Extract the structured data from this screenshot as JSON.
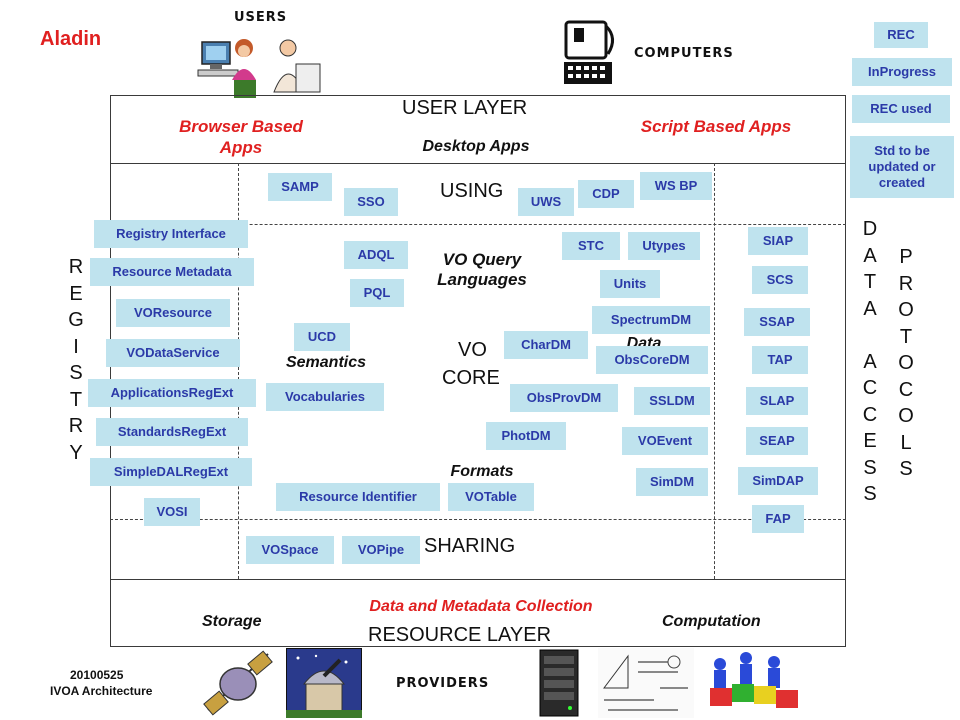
{
  "header": {
    "app_name": "Aladin",
    "users_label": "USERS",
    "computers_label": "COMPUTERS",
    "providers_label": "PROVIDERS",
    "date": "20100525",
    "subtitle": "IVOA Architecture"
  },
  "legend": {
    "rec": "REC",
    "in_progress": "InProgress",
    "rec_used": "REC used",
    "std_update": "Std to be updated or created"
  },
  "layers": {
    "user_layer": "USER LAYER",
    "using": "USING",
    "vo_core_1": "VO",
    "vo_core_2": "CORE",
    "sharing": "SHARING",
    "resource_layer": "RESOURCE LAYER"
  },
  "user_apps": {
    "browser": "Browser Based Apps",
    "desktop": "Desktop Apps",
    "script": "Script Based Apps"
  },
  "resource": {
    "collection": "Data and Metadata Collection",
    "storage": "Storage",
    "computation": "Computation"
  },
  "categories": {
    "vo_query": "VO Query Languages",
    "semantics": "Semantics",
    "data_models": "Data Models",
    "formats": "Formats"
  },
  "vertical": {
    "registry": [
      "R",
      "E",
      "G",
      "I",
      "S",
      "T",
      "R",
      "Y"
    ],
    "data_access": [
      "D",
      "A",
      "T",
      "A",
      "",
      "A",
      "C",
      "C",
      "E",
      "S",
      "S"
    ],
    "protocols": [
      "P",
      "R",
      "O",
      "T",
      "O",
      "C",
      "O",
      "L",
      "S"
    ]
  },
  "boxes": {
    "registry_interface": "Registry Interface",
    "resource_metadata": "Resource Metadata",
    "voresource": "VOResource",
    "vodataservice": "VODataService",
    "applicationsregext": "ApplicationsRegExt",
    "standardsregext": "StandardsRegExt",
    "simpledalregext": "SimpleDALRegExt",
    "vosi": "VOSI",
    "samp": "SAMP",
    "sso": "SSO",
    "uws": "UWS",
    "cdp": "CDP",
    "wsbp": "WS BP",
    "adql": "ADQL",
    "pql": "PQL",
    "stc": "STC",
    "utypes": "Utypes",
    "units": "Units",
    "ucd": "UCD",
    "vocabularies": "Vocabularies",
    "spectrumdm": "SpectrumDM",
    "chardm": "CharDM",
    "obscoredm": "ObsCoreDM",
    "obsprovdm": "ObsProvDM",
    "ssldm": "SSLDM",
    "photdm": "PhotDM",
    "voevent": "VOEvent",
    "simdm": "SimDM",
    "resource_identifier": "Resource Identifier",
    "votable": "VOTable",
    "vospace": "VOSpace",
    "vopipe": "VOPipe",
    "siap": "SIAP",
    "scs": "SCS",
    "ssap": "SSAP",
    "tap": "TAP",
    "slap": "SLAP",
    "seap": "SEAP",
    "simdap": "SimDAP",
    "fap": "FAP"
  },
  "colors": {
    "box_fill": "#bfe3ee",
    "box_text": "#2b3aa8",
    "accent_red": "#e02020"
  }
}
